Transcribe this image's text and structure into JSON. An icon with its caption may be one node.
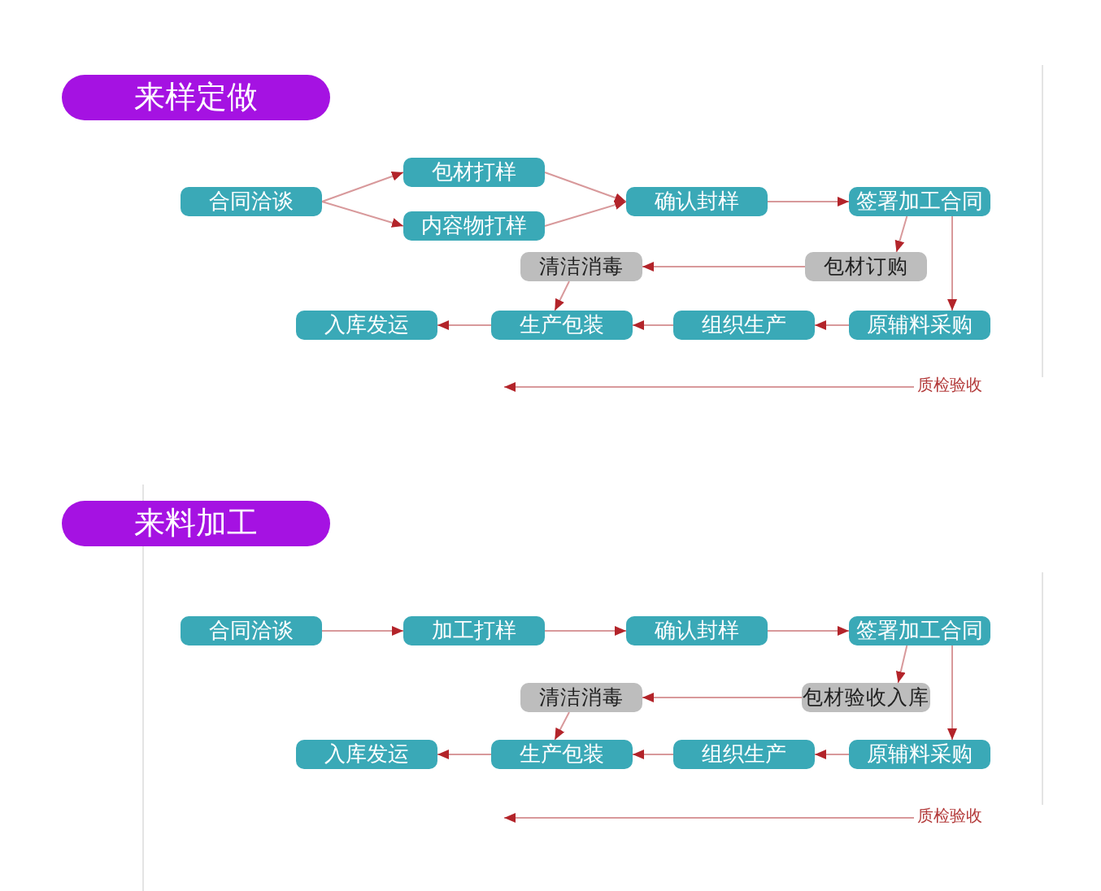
{
  "diagram": {
    "nodes": [
      {
        "text": [
          "来样定做"
        ]
      },
      {
        "text": [
          "合同洽谈"
        ]
      },
      {
        "text": [
          "包材打样"
        ]
      },
      {
        "text": [
          "内容物打样"
        ]
      },
      {
        "text": [
          "确认封样"
        ]
      },
      {
        "text": [
          "签署加工合同"
        ]
      },
      {
        "text": [
          "清洁消毒"
        ]
      },
      {
        "text": [
          "包材订购"
        ]
      },
      {
        "text": [
          "入库发运"
        ]
      },
      {
        "text": [
          "生产包装"
        ]
      },
      {
        "text": [
          "组织生产"
        ]
      },
      {
        "text": [
          "原辅料采购"
        ]
      },
      {
        "text": [
          "质检验收"
        ]
      },
      {
        "text": [
          "来料加工"
        ]
      },
      {
        "text": [
          "合同洽谈"
        ]
      },
      {
        "text": [
          "加工打样"
        ]
      },
      {
        "text": [
          "确认封样"
        ]
      },
      {
        "text": [
          "签署加工合同"
        ]
      },
      {
        "text": [
          "清洁消毒"
        ]
      },
      {
        "text": [
          "包材验收入库"
        ]
      },
      {
        "text": [
          "入库发运"
        ]
      },
      {
        "text": [
          "生产包装"
        ]
      },
      {
        "text": [
          "组织生产"
        ]
      },
      {
        "text": [
          "原辅料采购"
        ]
      },
      {
        "text": [
          "质检验收"
        ]
      }
    ],
    "edges": [
      {
        "from": 1,
        "to": 2,
        "arrow": "to"
      },
      {
        "from": 1,
        "to": 3,
        "arrow": "to"
      },
      {
        "from": 2,
        "to": 4,
        "arrow": "to"
      },
      {
        "from": 3,
        "to": 4,
        "arrow": "to"
      },
      {
        "from": 4,
        "to": 5,
        "arrow": "to"
      },
      {
        "from": 5,
        "to": 7,
        "arrow": "to"
      },
      {
        "from": 5,
        "to": 11,
        "arrow": "to"
      },
      {
        "from": 7,
        "to": 6,
        "arrow": "to"
      },
      {
        "from": 6,
        "to": 9,
        "arrow": "to"
      },
      {
        "from": 11,
        "to": 10,
        "arrow": "to"
      },
      {
        "from": 10,
        "to": 9,
        "arrow": "to"
      },
      {
        "from": 9,
        "to": 8,
        "arrow": "to"
      },
      {
        "from": 12,
        "to": null,
        "arrow": "to"
      },
      {
        "from": 14,
        "to": 15,
        "arrow": "to"
      },
      {
        "from": 15,
        "to": 16,
        "arrow": "to"
      },
      {
        "from": 16,
        "to": 17,
        "arrow": "to"
      },
      {
        "from": 17,
        "to": 19,
        "arrow": "to"
      },
      {
        "from": 17,
        "to": 23,
        "arrow": "to"
      },
      {
        "from": 19,
        "to": 18,
        "arrow": "to"
      },
      {
        "from": 18,
        "to": 21,
        "arrow": "to"
      },
      {
        "from": 23,
        "to": 22,
        "arrow": "to"
      },
      {
        "from": 22,
        "to": 21,
        "arrow": "to"
      },
      {
        "from": 21,
        "to": 20,
        "arrow": "to"
      },
      {
        "from": 24,
        "to": null,
        "arrow": "to"
      }
    ]
  }
}
